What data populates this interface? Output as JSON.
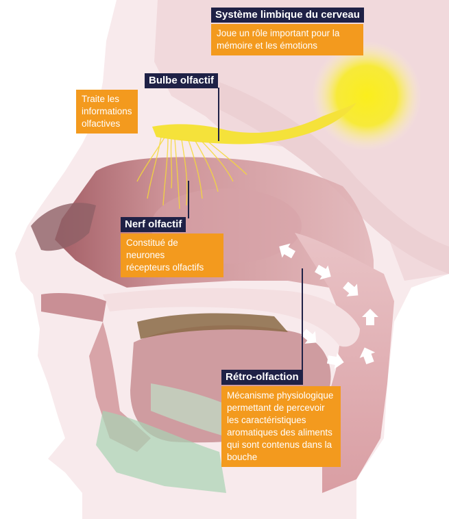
{
  "colors": {
    "title_bg": "#1f2146",
    "desc_bg": "#f39a1e",
    "skin": "#f7e7e9",
    "tissue": "#e8c6c9",
    "cavity": "#c27a80",
    "yellow": "#f5e23a",
    "muscle": "#9cc9a8"
  },
  "callouts": {
    "limbic": {
      "title": "Système limbique du cerveau",
      "desc_lines": [
        "Joue un rôle important pour la",
        "mémoire et les émotions"
      ]
    },
    "bulb": {
      "title": "Bulbe olfactif",
      "desc_lines": [
        "Traite les informations olfactives"
      ]
    },
    "nerve": {
      "title": "Nerf olfactif",
      "desc_lines": [
        "Constitué de neurones",
        "récepteurs olfactifs"
      ]
    },
    "retro": {
      "title": "Rétro-olfaction",
      "desc_lines": [
        "Mécanisme physiologique",
        "permettant de percevoir",
        "les caractéristiques",
        "aromatiques des aliments",
        "qui sont contenus dans la",
        "bouche"
      ]
    }
  },
  "icons": [
    "airflow-arrow-icon"
  ]
}
